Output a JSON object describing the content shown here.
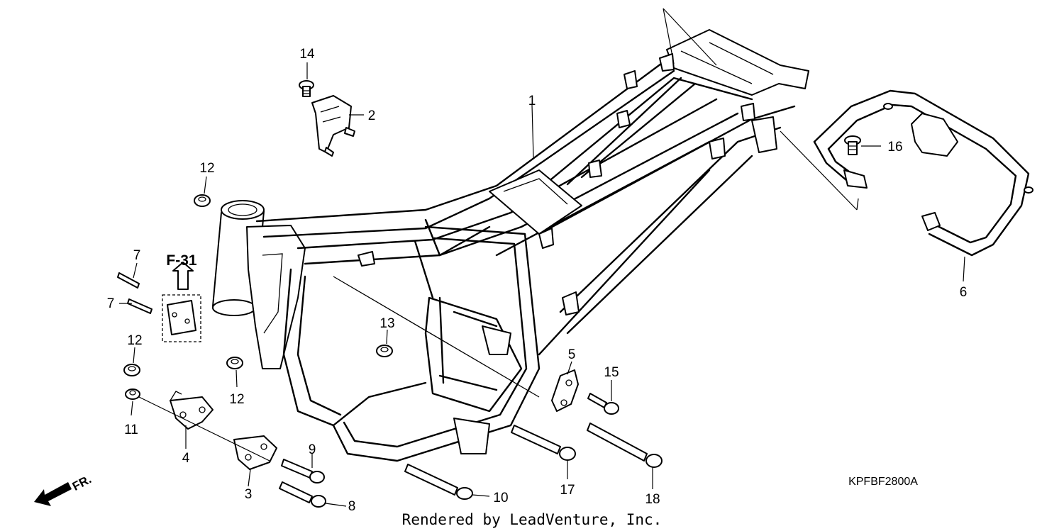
{
  "diagram": {
    "callouts": {
      "c1": "1",
      "c2": "2",
      "c3": "3",
      "c4": "4",
      "c5": "5",
      "c6": "6",
      "c7a": "7",
      "c7b": "7",
      "c8": "8",
      "c9": "9",
      "c10": "10",
      "c11": "11",
      "c12a": "12",
      "c12b": "12",
      "c12c": "12",
      "c13": "13",
      "c14": "14",
      "c15": "15",
      "c16": "16",
      "c17": "17",
      "c18": "18"
    },
    "ref_label": "F-31",
    "diagram_code": "KPFBF2800A",
    "front_label": "FR.",
    "footer": "Rendered by LeadVenture, Inc."
  }
}
